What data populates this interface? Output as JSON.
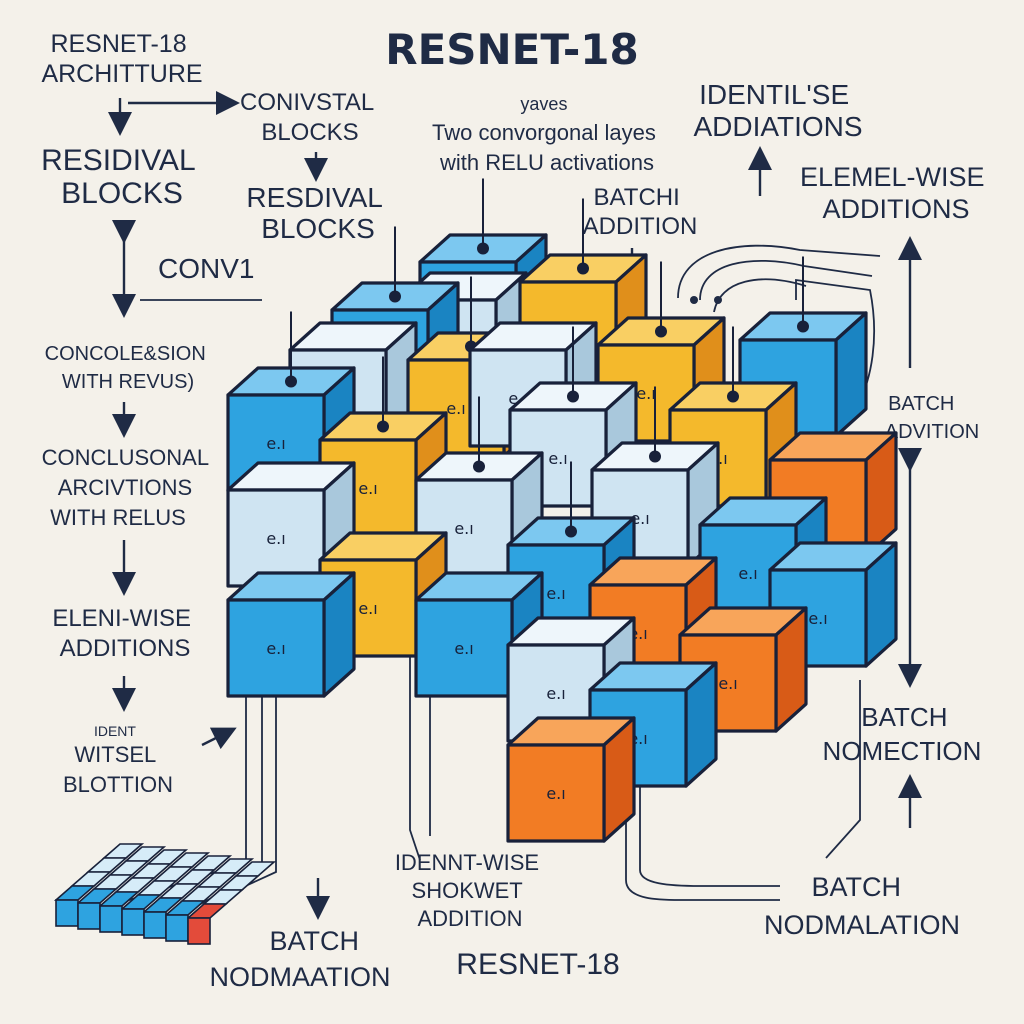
{
  "diagram": {
    "title": "RESNET-18",
    "footer_title": "RESNET-18",
    "left_labels": [
      [
        "RESNET-18",
        "ARCHITTURE"
      ],
      [
        "RESIDIVAL",
        "BLOCKS"
      ],
      [
        "CONV1"
      ],
      [
        "CONCOLE&SION",
        "WITH REVUS)"
      ],
      [
        "CONCLUSONAL",
        "ARCIVTIONS",
        "WITH RELUS"
      ],
      [
        "ELENI-WISE",
        "ADDITIONS"
      ],
      [
        "IDENT",
        "WITSEL",
        "BLOTTION"
      ]
    ],
    "top_labels": [
      [
        "CONIVSTAL",
        "BLOCKS"
      ],
      [
        "RESDIVAL",
        "BLOCKS"
      ],
      [
        "yaves",
        "Two convorgonal layes",
        "with RELU activations"
      ],
      [
        "BATCHI",
        "ADDITION"
      ]
    ],
    "right_labels": [
      [
        "IDENTIL'SE",
        "ADDIATIONS"
      ],
      [
        "ELEMEL-WISE",
        "ADDITIONS"
      ],
      [
        "BATCH",
        "ADVITION"
      ],
      [
        "BATCH",
        "NOMECTION"
      ],
      [
        "BATCH",
        "NODMALATION"
      ]
    ],
    "bottom_labels": [
      [
        "IDENNT-WISE",
        "SHOKWET",
        "ADDITION"
      ],
      [
        "BATCH",
        "NODMAATION"
      ]
    ],
    "cube_glyph": "e.ı",
    "colors": {
      "blue": "#2ea3e0",
      "light_blue": "#cfe4f2",
      "yellow": "#f4b92c",
      "orange": "#f27c24",
      "outline": "#18213a"
    }
  }
}
